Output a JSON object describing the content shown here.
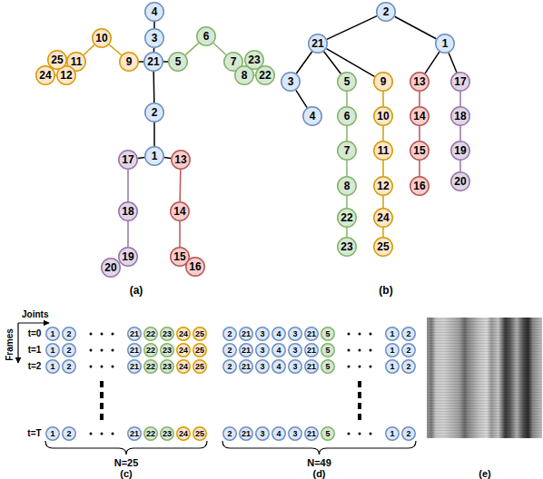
{
  "diagram": {
    "nodes": [
      {
        "text": [
          "1"
        ]
      },
      {
        "text": [
          "2"
        ]
      },
      {
        "text": [
          "3"
        ]
      },
      {
        "text": [
          "4"
        ]
      },
      {
        "text": [
          "5"
        ]
      },
      {
        "text": [
          "6"
        ]
      },
      {
        "text": [
          "7"
        ]
      },
      {
        "text": [
          "8"
        ]
      },
      {
        "text": [
          "9"
        ]
      },
      {
        "text": [
          "10"
        ]
      },
      {
        "text": [
          "11"
        ]
      },
      {
        "text": [
          "12"
        ]
      },
      {
        "text": [
          "13"
        ]
      },
      {
        "text": [
          "14"
        ]
      },
      {
        "text": [
          "15"
        ]
      },
      {
        "text": [
          "16"
        ]
      },
      {
        "text": [
          "17"
        ]
      },
      {
        "text": [
          "18"
        ]
      },
      {
        "text": [
          "19"
        ]
      },
      {
        "text": [
          "20"
        ]
      },
      {
        "text": [
          "21"
        ]
      },
      {
        "text": [
          "22"
        ]
      },
      {
        "text": [
          "23"
        ]
      },
      {
        "text": [
          "24"
        ]
      },
      {
        "text": [
          "25"
        ]
      },
      {
        "text": [
          "2"
        ]
      },
      {
        "text": [
          "21"
        ]
      },
      {
        "text": [
          "1"
        ]
      },
      {
        "text": [
          "3"
        ]
      },
      {
        "text": [
          "5"
        ]
      },
      {
        "text": [
          "9"
        ]
      },
      {
        "text": [
          "13"
        ]
      },
      {
        "text": [
          "17"
        ]
      },
      {
        "text": [
          "4"
        ]
      },
      {
        "text": [
          "6"
        ]
      },
      {
        "text": [
          "10"
        ]
      },
      {
        "text": [
          "14"
        ]
      },
      {
        "text": [
          "18"
        ]
      },
      {
        "text": [
          "7"
        ]
      },
      {
        "text": [
          "11"
        ]
      },
      {
        "text": [
          "15"
        ]
      },
      {
        "text": [
          "19"
        ]
      },
      {
        "text": [
          "8"
        ]
      },
      {
        "text": [
          "12"
        ]
      },
      {
        "text": [
          "16"
        ]
      },
      {
        "text": [
          "20"
        ]
      },
      {
        "text": [
          "22"
        ]
      },
      {
        "text": [
          "24"
        ]
      },
      {
        "text": [
          "23"
        ]
      },
      {
        "text": [
          "25"
        ]
      },
      {
        "text": [
          "1"
        ]
      },
      {
        "text": [
          "2"
        ]
      },
      {
        "text": [
          "21"
        ]
      },
      {
        "text": [
          "22"
        ]
      },
      {
        "text": [
          "23"
        ]
      },
      {
        "text": [
          "24"
        ]
      },
      {
        "text": [
          "25"
        ]
      },
      {
        "text": [
          "1"
        ]
      },
      {
        "text": [
          "2"
        ]
      },
      {
        "text": [
          "21"
        ]
      },
      {
        "text": [
          "22"
        ]
      },
      {
        "text": [
          "23"
        ]
      },
      {
        "text": [
          "24"
        ]
      },
      {
        "text": [
          "25"
        ]
      },
      {
        "text": [
          "1"
        ]
      },
      {
        "text": [
          "2"
        ]
      },
      {
        "text": [
          "21"
        ]
      },
      {
        "text": [
          "22"
        ]
      },
      {
        "text": [
          "23"
        ]
      },
      {
        "text": [
          "24"
        ]
      },
      {
        "text": [
          "25"
        ]
      },
      {
        "text": [
          "1"
        ]
      },
      {
        "text": [
          "2"
        ]
      },
      {
        "text": [
          "21"
        ]
      },
      {
        "text": [
          "22"
        ]
      },
      {
        "text": [
          "23"
        ]
      },
      {
        "text": [
          "24"
        ]
      },
      {
        "text": [
          "25"
        ]
      },
      {
        "text": [
          "2"
        ]
      },
      {
        "text": [
          "21"
        ]
      },
      {
        "text": [
          "3"
        ]
      },
      {
        "text": [
          "4"
        ]
      },
      {
        "text": [
          "3"
        ]
      },
      {
        "text": [
          "21"
        ]
      },
      {
        "text": [
          "5"
        ]
      },
      {
        "text": [
          "1"
        ]
      },
      {
        "text": [
          "2"
        ]
      },
      {
        "text": [
          "2"
        ]
      },
      {
        "text": [
          "21"
        ]
      },
      {
        "text": [
          "3"
        ]
      },
      {
        "text": [
          "4"
        ]
      },
      {
        "text": [
          "3"
        ]
      },
      {
        "text": [
          "21"
        ]
      },
      {
        "text": [
          "5"
        ]
      },
      {
        "text": [
          "1"
        ]
      },
      {
        "text": [
          "2"
        ]
      },
      {
        "text": [
          "2"
        ]
      },
      {
        "text": [
          "21"
        ]
      },
      {
        "text": [
          "3"
        ]
      },
      {
        "text": [
          "4"
        ]
      },
      {
        "text": [
          "3"
        ]
      },
      {
        "text": [
          "21"
        ]
      },
      {
        "text": [
          "5"
        ]
      },
      {
        "text": [
          "1"
        ]
      },
      {
        "text": [
          "2"
        ]
      },
      {
        "text": [
          "2"
        ]
      },
      {
        "text": [
          "21"
        ]
      },
      {
        "text": [
          "3"
        ]
      },
      {
        "text": [
          "4"
        ]
      },
      {
        "text": [
          "3"
        ]
      },
      {
        "text": [
          "21"
        ]
      },
      {
        "text": [
          "5"
        ]
      },
      {
        "text": [
          "1"
        ]
      },
      {
        "text": [
          "2"
        ]
      }
    ],
    "edges": [
      {
        "from": 20,
        "to": 2,
        "arrow": "none"
      },
      {
        "from": 2,
        "to": 3,
        "arrow": "none"
      },
      {
        "from": 20,
        "to": 1,
        "arrow": "none"
      },
      {
        "from": 1,
        "to": 0,
        "arrow": "none"
      },
      {
        "from": 0,
        "to": 16,
        "arrow": "none"
      },
      {
        "from": 16,
        "to": 17,
        "arrow": "none"
      },
      {
        "from": 17,
        "to": 18,
        "arrow": "none"
      },
      {
        "from": 18,
        "to": 19,
        "arrow": "none"
      },
      {
        "from": 0,
        "to": 12,
        "arrow": "none"
      },
      {
        "from": 12,
        "to": 13,
        "arrow": "none"
      },
      {
        "from": 13,
        "to": 14,
        "arrow": "none"
      },
      {
        "from": 14,
        "to": 15,
        "arrow": "none"
      },
      {
        "from": 20,
        "to": 4,
        "arrow": "none"
      },
      {
        "from": 4,
        "to": 5,
        "arrow": "none"
      },
      {
        "from": 5,
        "to": 6,
        "arrow": "none"
      },
      {
        "from": 6,
        "to": 7,
        "arrow": "none"
      },
      {
        "from": 7,
        "to": 21,
        "arrow": "none"
      },
      {
        "from": 21,
        "to": 22,
        "arrow": "none"
      },
      {
        "from": 20,
        "to": 8,
        "arrow": "none"
      },
      {
        "from": 8,
        "to": 9,
        "arrow": "none"
      },
      {
        "from": 9,
        "to": 10,
        "arrow": "none"
      },
      {
        "from": 10,
        "to": 11,
        "arrow": "none"
      },
      {
        "from": 11,
        "to": 23,
        "arrow": "none"
      },
      {
        "from": 23,
        "to": 24,
        "arrow": "none"
      },
      {
        "from": 25,
        "to": 26,
        "arrow": "none"
      },
      {
        "from": 25,
        "to": 27,
        "arrow": "none"
      },
      {
        "from": 26,
        "to": 28,
        "arrow": "none"
      },
      {
        "from": 26,
        "to": 29,
        "arrow": "none"
      },
      {
        "from": 26,
        "to": 30,
        "arrow": "none"
      },
      {
        "from": 27,
        "to": 31,
        "arrow": "none"
      },
      {
        "from": 27,
        "to": 32,
        "arrow": "none"
      },
      {
        "from": 28,
        "to": 33,
        "arrow": "none"
      },
      {
        "from": 29,
        "to": 34,
        "arrow": "none"
      },
      {
        "from": 30,
        "to": 35,
        "arrow": "none"
      },
      {
        "from": 31,
        "to": 36,
        "arrow": "none"
      },
      {
        "from": 32,
        "to": 37,
        "arrow": "none"
      },
      {
        "from": 34,
        "to": 38,
        "arrow": "none"
      },
      {
        "from": 35,
        "to": 39,
        "arrow": "none"
      },
      {
        "from": 36,
        "to": 40,
        "arrow": "none"
      },
      {
        "from": 37,
        "to": 41,
        "arrow": "none"
      },
      {
        "from": 38,
        "to": 42,
        "arrow": "none"
      },
      {
        "from": 39,
        "to": 43,
        "arrow": "none"
      },
      {
        "from": 40,
        "to": 44,
        "arrow": "none"
      },
      {
        "from": 41,
        "to": 45,
        "arrow": "none"
      },
      {
        "from": 42,
        "to": 46,
        "arrow": "none"
      },
      {
        "from": 43,
        "to": 47,
        "arrow": "none"
      },
      {
        "from": 46,
        "to": 48,
        "arrow": "none"
      },
      {
        "from": 47,
        "to": 49,
        "arrow": "none"
      }
    ],
    "labels": [
      "(a)",
      "(b)",
      "Joints",
      "Frames",
      "t=0",
      "t=1",
      "t=2",
      "t=T",
      "N=25",
      "N=49",
      "(c)",
      "(d)",
      "(e)"
    ]
  }
}
